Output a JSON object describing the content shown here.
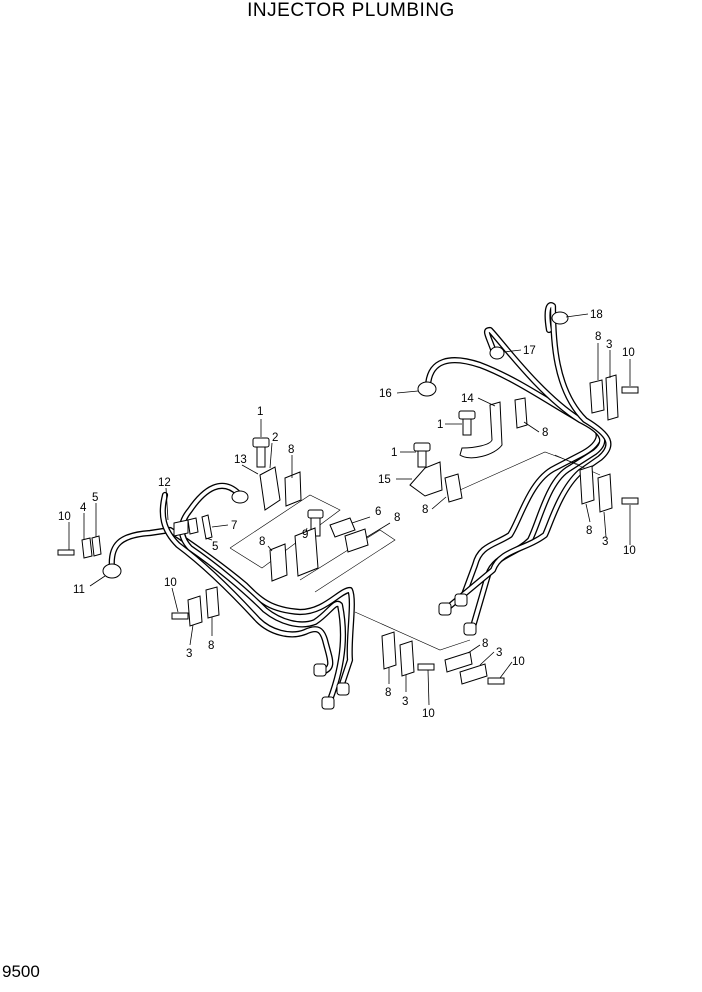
{
  "title": "INJECTOR PLUMBING",
  "page_code": "9500",
  "callouts": [
    {
      "id": "c18",
      "text": "18"
    },
    {
      "id": "c17",
      "text": "17"
    },
    {
      "id": "c8a",
      "text": "8"
    },
    {
      "id": "c3a",
      "text": "3"
    },
    {
      "id": "c10a",
      "text": "10"
    },
    {
      "id": "c16",
      "text": "16"
    },
    {
      "id": "c14",
      "text": "14"
    },
    {
      "id": "c1a",
      "text": "1"
    },
    {
      "id": "c8b",
      "text": "8"
    },
    {
      "id": "c1b",
      "text": "1"
    },
    {
      "id": "c15",
      "text": "15"
    },
    {
      "id": "c8c",
      "text": "8"
    },
    {
      "id": "c8d",
      "text": "8"
    },
    {
      "id": "c3b",
      "text": "3"
    },
    {
      "id": "c10b",
      "text": "10"
    },
    {
      "id": "c1c",
      "text": "1"
    },
    {
      "id": "c2",
      "text": "2"
    },
    {
      "id": "c13",
      "text": "13"
    },
    {
      "id": "c8e",
      "text": "8"
    },
    {
      "id": "c12",
      "text": "12"
    },
    {
      "id": "c5a",
      "text": "5"
    },
    {
      "id": "c4",
      "text": "4"
    },
    {
      "id": "c10c",
      "text": "10"
    },
    {
      "id": "c7",
      "text": "7"
    },
    {
      "id": "c5b",
      "text": "5"
    },
    {
      "id": "c6",
      "text": "6"
    },
    {
      "id": "c8f",
      "text": "8"
    },
    {
      "id": "c9",
      "text": "9"
    },
    {
      "id": "c8g",
      "text": "8"
    },
    {
      "id": "c11",
      "text": "11"
    },
    {
      "id": "c10d",
      "text": "10"
    },
    {
      "id": "c3c",
      "text": "3"
    },
    {
      "id": "c8h",
      "text": "8"
    },
    {
      "id": "c8i",
      "text": "8"
    },
    {
      "id": "c3d",
      "text": "3"
    },
    {
      "id": "c10e",
      "text": "10"
    },
    {
      "id": "c8j",
      "text": "8"
    },
    {
      "id": "c3e",
      "text": "3"
    },
    {
      "id": "c10f",
      "text": "10"
    }
  ]
}
